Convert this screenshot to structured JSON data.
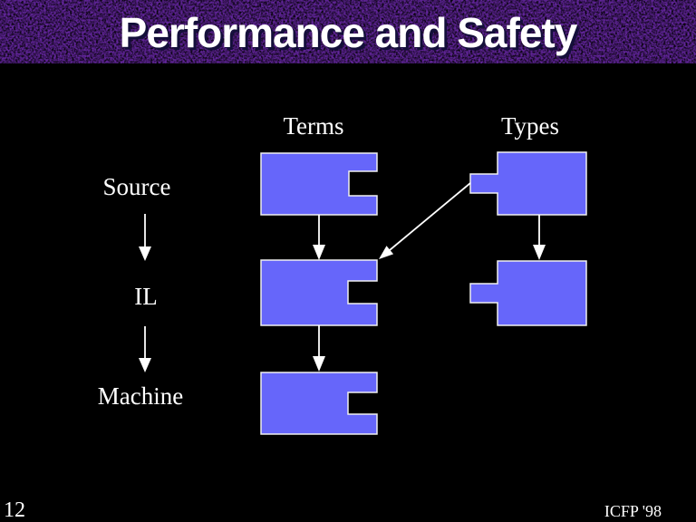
{
  "slide": {
    "title": "Performance and Safety",
    "page_number": "12",
    "footer": "ICFP '98",
    "colors": {
      "background": "#000000",
      "title_banner": "#61259A",
      "title_text": "#FFFFFF",
      "shape_fill": "#6666FA",
      "shape_outline": "#EFEFEF",
      "arrow": "#FFFFFF",
      "label_text": "#FFFFFF"
    }
  },
  "diagram": {
    "columns": [
      {
        "label": "Terms"
      },
      {
        "label": "Types"
      }
    ],
    "rows": [
      {
        "label": "Source"
      },
      {
        "label": "IL"
      },
      {
        "label": "Machine"
      }
    ],
    "shapes": [
      {
        "id": "source-terms",
        "row": "Source",
        "column": "Terms",
        "kind": "block-with-right-socket"
      },
      {
        "id": "source-types",
        "row": "Source",
        "column": "Types",
        "kind": "block-with-left-plug"
      },
      {
        "id": "il-terms",
        "row": "IL",
        "column": "Terms",
        "kind": "block-with-right-socket"
      },
      {
        "id": "il-types",
        "row": "IL",
        "column": "Types",
        "kind": "block-with-left-plug"
      },
      {
        "id": "machine-terms",
        "row": "Machine",
        "column": "Terms",
        "kind": "block-with-right-socket"
      }
    ],
    "arrows": [
      {
        "from": "source-label",
        "to": "il-label",
        "style": "vertical"
      },
      {
        "from": "il-label",
        "to": "machine-label",
        "style": "vertical"
      },
      {
        "from": "source-terms",
        "to": "il-terms",
        "style": "vertical"
      },
      {
        "from": "source-types",
        "to": "il-types",
        "style": "vertical"
      },
      {
        "from": "source-types",
        "to": "il-terms",
        "style": "diagonal"
      },
      {
        "from": "il-terms",
        "to": "machine-terms",
        "style": "vertical"
      }
    ]
  }
}
